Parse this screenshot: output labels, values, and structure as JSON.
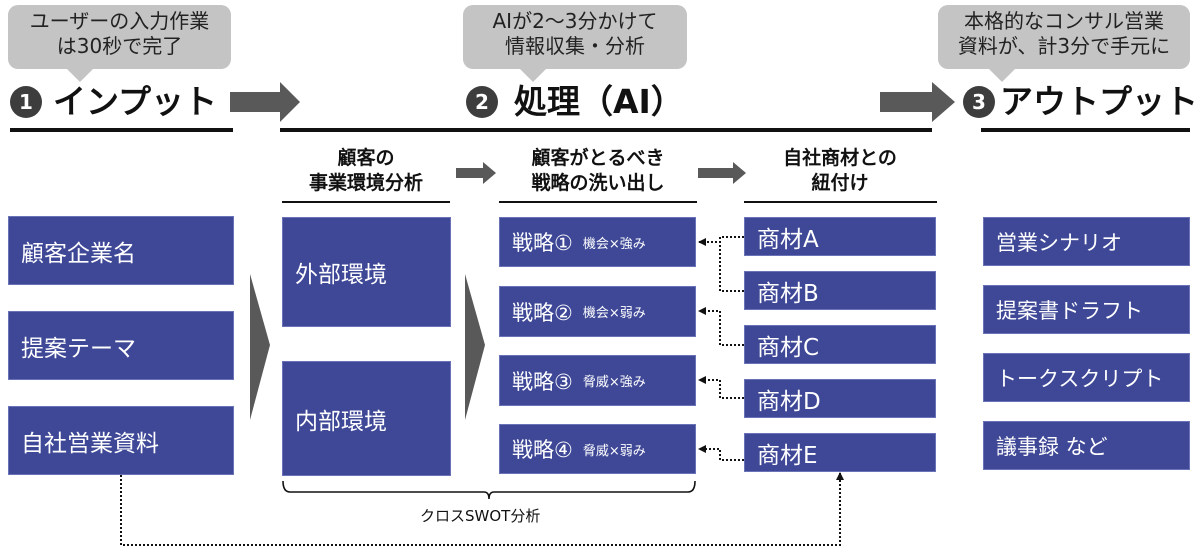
{
  "colors": {
    "box_fill": "#3f4897",
    "bubble_fill": "#c4c4c4",
    "arrow_fill": "#595959",
    "step_badge": "#3d3d3d"
  },
  "steps": [
    {
      "number": "1",
      "title": "インプット",
      "bubble": [
        "ユーザーの入力作業",
        "は30秒で完了"
      ]
    },
    {
      "number": "2",
      "title": "処理（AI）",
      "bubble": [
        "AIが2～3分かけて",
        "情報収集・分析"
      ]
    },
    {
      "number": "3",
      "title": "アウトプット",
      "bubble": [
        "本格的なコンサル営業",
        "資料が、計3分で手元に"
      ]
    }
  ],
  "input": {
    "items": [
      "顧客企業名",
      "提案テーマ",
      "自社営業資料"
    ]
  },
  "processing": {
    "columns": [
      {
        "title": [
          "顧客の",
          "事業環境分析"
        ]
      },
      {
        "title": [
          "顧客がとるべき",
          "戦略の洗い出し"
        ]
      },
      {
        "title": [
          "自社商材との",
          "紐付け"
        ]
      }
    ],
    "analysis": [
      "外部環境",
      "内部環境"
    ],
    "strategies": [
      {
        "label": "戦略①",
        "tag": "機会×強み"
      },
      {
        "label": "戦略②",
        "tag": "機会×弱み"
      },
      {
        "label": "戦略③",
        "tag": "脅威×強み"
      },
      {
        "label": "戦略④",
        "tag": "脅威×弱み"
      }
    ],
    "products": [
      "商材A",
      "商材B",
      "商材C",
      "商材D",
      "商材E"
    ],
    "links": [
      {
        "from": "商材A",
        "to": "戦略①"
      },
      {
        "from": "商材B",
        "to": "戦略①"
      },
      {
        "from": "商材C",
        "to": "戦略②"
      },
      {
        "from": "商材D",
        "to": "戦略③"
      },
      {
        "from": "商材E",
        "to": "戦略④"
      },
      {
        "from": "自社営業資料",
        "to": "商材E"
      }
    ],
    "brace_label": "クロスSWOT分析"
  },
  "output": {
    "items": [
      "営業シナリオ",
      "提案書ドラフト",
      "トークスクリプト",
      "議事録 など"
    ]
  }
}
